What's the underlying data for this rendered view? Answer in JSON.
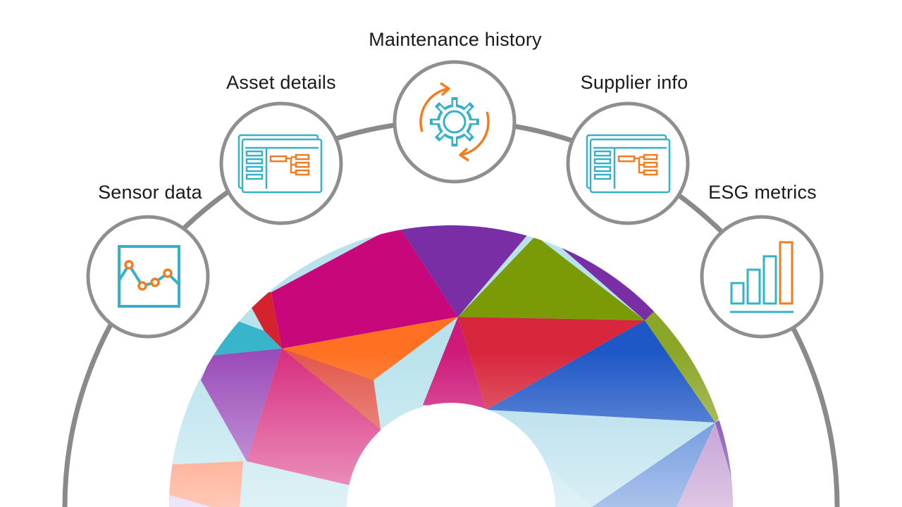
{
  "diagram": {
    "colors": {
      "arc": "#8a8a8a",
      "node_stroke": "#8f8f8f",
      "icon_teal": "#35b1c9",
      "icon_orange": "#f07d22"
    },
    "nodes": [
      {
        "id": "sensor",
        "label": "Sensor data",
        "icon": "line-chart-icon"
      },
      {
        "id": "asset",
        "label": "Asset details",
        "icon": "dashboard-screen-icon"
      },
      {
        "id": "maintenance",
        "label": "Maintenance history",
        "icon": "gear-cycle-icon"
      },
      {
        "id": "supplier",
        "label": "Supplier info",
        "icon": "dashboard-screen-icon"
      },
      {
        "id": "esg",
        "label": "ESG metrics",
        "icon": "bar-chart-icon"
      }
    ]
  }
}
